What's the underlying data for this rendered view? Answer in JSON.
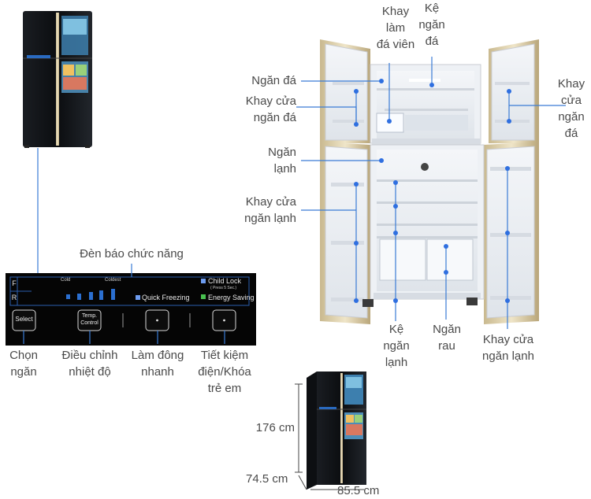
{
  "labels": {
    "ngan_da": "Ngăn đá",
    "khay_cua_ngan_da_left": [
      "Khay cửa",
      "ngăn đá"
    ],
    "ngan_lanh": [
      "Ngăn",
      "lạnh"
    ],
    "khay_cua_ngan_lanh_left": [
      "Khay cửa",
      "ngăn lạnh"
    ],
    "khay_lam_da_vien": [
      "Khay",
      "làm",
      "đá viên"
    ],
    "ke_ngan_da": [
      "Kệ",
      "ngăn",
      "đá"
    ],
    "khay_cua_ngan_da_right": [
      "Khay",
      "cửa",
      "ngăn",
      "đá"
    ],
    "ke_ngan_lanh": [
      "Kệ",
      "ngăn",
      "lạnh"
    ],
    "ngan_rau": [
      "Ngăn",
      "rau"
    ],
    "khay_cua_ngan_lanh_right": [
      "Khay cửa",
      "ngăn lạnh"
    ],
    "den_bao_chuc_nang": "Đèn báo chức năng"
  },
  "panel": {
    "f": "F",
    "r": "R",
    "cold": "Cold",
    "coldest": "Coldest",
    "child_lock": "Child Lock",
    "press5": "( Press 5 Sec.)",
    "quick_freezing": "Quick Freezing",
    "energy_saving": "Energy Saving",
    "select_btn": "Select",
    "temp_btn": [
      "Temp.",
      "Control"
    ]
  },
  "buttons_desc": {
    "chon_ngan": [
      "Chọn",
      "ngăn"
    ],
    "dieu_chinh": [
      "Điều chỉnh",
      "nhiệt độ"
    ],
    "lam_dong": [
      "Làm đông",
      "nhanh"
    ],
    "tiet_kiem": [
      "Tiết kiệm",
      "điện/Khóa",
      "trẻ em"
    ]
  },
  "dimensions": {
    "height": "176 cm",
    "depth": "74.5 cm",
    "width": "85.5 cm"
  },
  "colors": {
    "accent_blue": "#3a7bd5",
    "panel_bg": "#050505",
    "fridge_body": "#e8ecf1",
    "glass_black": "#111418"
  }
}
